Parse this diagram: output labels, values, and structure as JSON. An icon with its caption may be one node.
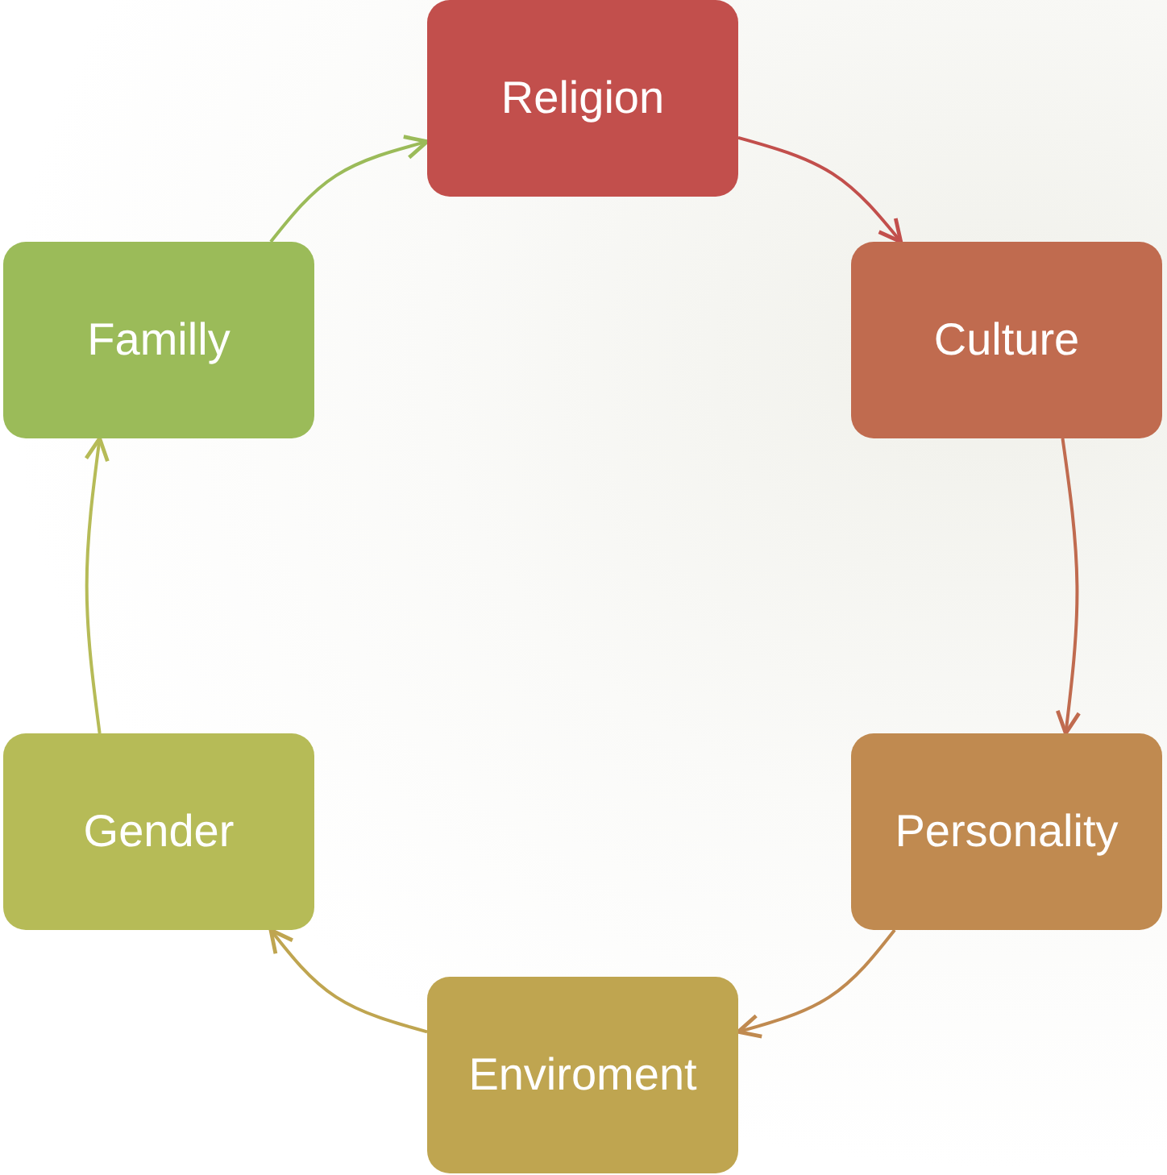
{
  "diagram": {
    "nodes": [
      {
        "text": [
          "Religion"
        ]
      },
      {
        "text": [
          "Culture"
        ]
      },
      {
        "text": [
          "Personality"
        ]
      },
      {
        "text": [
          "Enviroment"
        ]
      },
      {
        "text": [
          "Gender"
        ]
      },
      {
        "text": [
          "Familly"
        ]
      }
    ],
    "edges": [
      {
        "from": 0,
        "to": 1,
        "arrow": "to",
        "color": "#c24f4c"
      },
      {
        "from": 1,
        "to": 2,
        "arrow": "to",
        "color": "#c06b4f"
      },
      {
        "from": 2,
        "to": 3,
        "arrow": "to",
        "color": "#c08a50"
      },
      {
        "from": 3,
        "to": 4,
        "arrow": "to",
        "color": "#bfa550"
      },
      {
        "from": 4,
        "to": 5,
        "arrow": "to",
        "color": "#b6bb57"
      },
      {
        "from": 5,
        "to": 0,
        "arrow": "to",
        "color": "#9bbb59"
      }
    ]
  }
}
